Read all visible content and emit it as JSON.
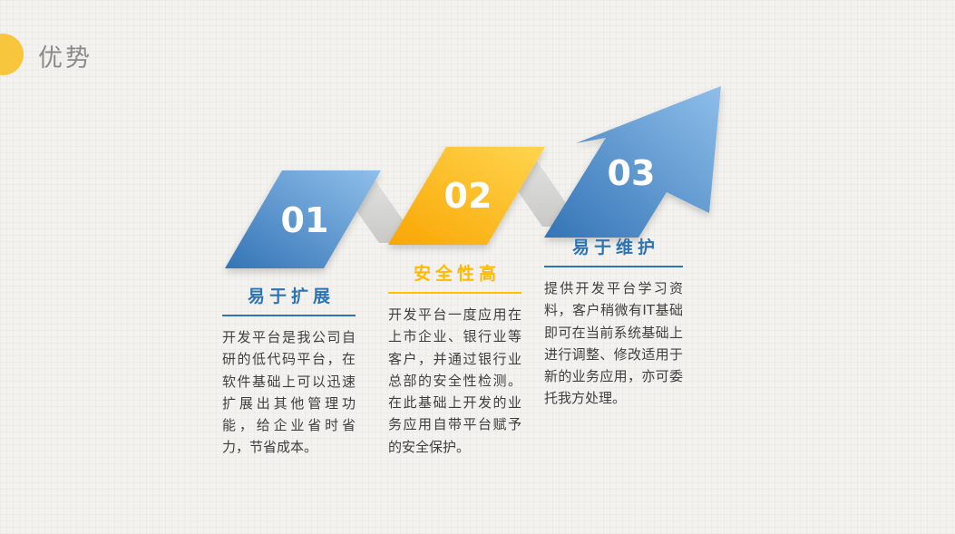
{
  "slide": {
    "title": "优势",
    "steps": [
      {
        "number": "01",
        "title": "易于扩展",
        "body": "开发平台是我公司自研的低代码平台，在软件基础上可以迅速扩展出其他管理功能，给企业省时省力，节省成本。",
        "accent": "#2E74B5"
      },
      {
        "number": "02",
        "title": "安全性高",
        "body": "开发平台一度应用在上市企业、银行业等客户，并通过银行业总部的安全性检测。在此基础上开发的业务应用自带平台赋予的安全保护。",
        "accent": "#FFC000"
      },
      {
        "number": "03",
        "title": "易于维护",
        "body": "提供开发平台学习资料，客户稍微有IT基础即可在当前系统基础上进行调整、修改适用于新的业务应用，亦可委托我方处理。",
        "accent": "#2E74B5"
      }
    ],
    "colors": {
      "blue_light": "#8FBFEA",
      "blue_dark": "#3474B6",
      "yellow_light": "#FFD54F",
      "yellow_dark": "#F9A602",
      "gray_connector": "#D8D8D8",
      "title_gray": "#8A8A8A",
      "body_text": "#3F3F3F",
      "decor_circle": "#F8C63D",
      "background": "#F3F2EF"
    },
    "icons": {
      "decor_circle": "circle-shape",
      "step_3": "up-right-arrow-shape"
    }
  }
}
